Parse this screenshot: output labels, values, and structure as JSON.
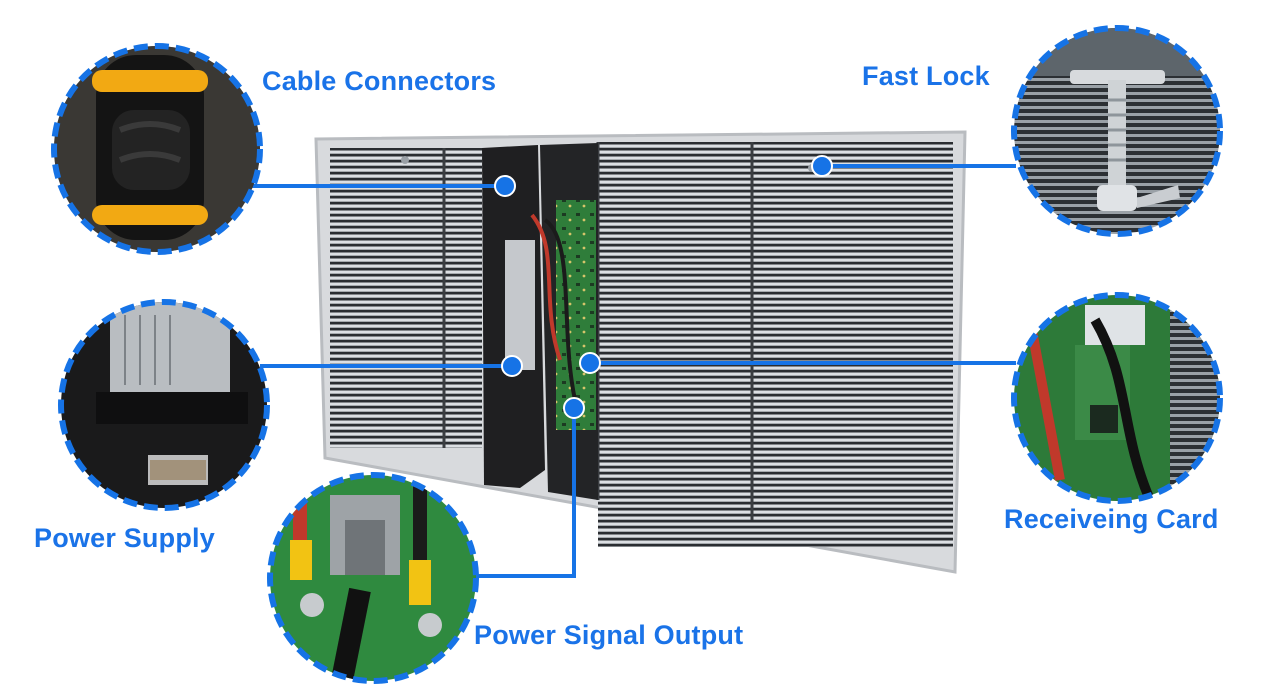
{
  "colors": {
    "accent": "#1a73e8",
    "callout_ring": "#1673e6",
    "panel_frame": "#2b2b2b",
    "panel_slats": "#d9dbde",
    "pcb_green": "#2f7d3a"
  },
  "labels": {
    "cable_connectors": "Cable Connectors",
    "fast_lock": "Fast Lock",
    "power_supply": "Power Supply",
    "receiving_card": "Receiveing Card",
    "power_signal_output": "Power Signal Output"
  },
  "detail_views": [
    {
      "name": "cable-connector-closeup",
      "depicts": "yellow-black cable connector"
    },
    {
      "name": "fast-lock-closeup",
      "depicts": "T-handle fast lock bolt"
    },
    {
      "name": "power-supply-closeup",
      "depicts": "power supply unit with bracket"
    },
    {
      "name": "receiving-card-closeup",
      "depicts": "receiving card circuit board"
    },
    {
      "name": "power-signal-output-closeup",
      "depicts": "PCB terminals with red and black wires"
    }
  ]
}
